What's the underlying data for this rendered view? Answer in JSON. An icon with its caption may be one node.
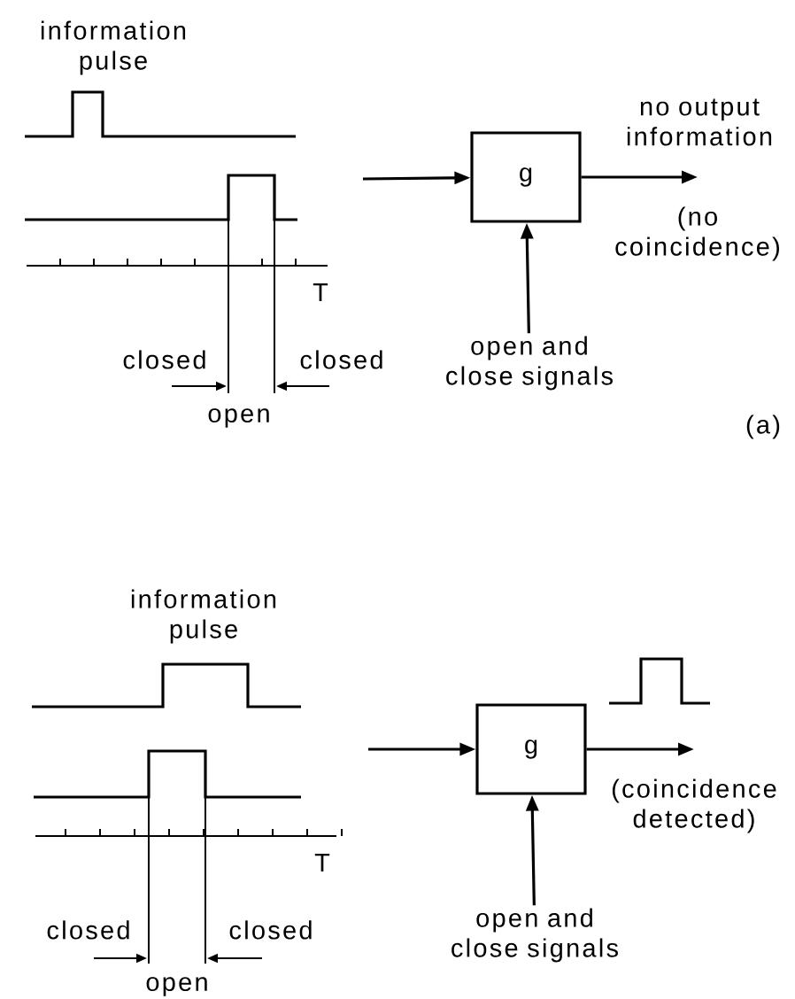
{
  "diagram": {
    "nodes": [
      {
        "text": [
          "g"
        ]
      },
      {
        "text": [
          "open and close signals"
        ]
      },
      {
        "text": [
          "g"
        ]
      },
      {
        "text": [
          "open and close signals"
        ]
      },
      {
        "text": [
          "(no coincidence)"
        ]
      },
      {
        "text": [
          "(coincidence detected)"
        ]
      }
    ],
    "edges": [
      {
        "from": null,
        "to": 0,
        "arrow": "to"
      },
      {
        "from": 0,
        "to": 4,
        "arrow": "to"
      },
      {
        "from": 1,
        "to": 0,
        "arrow": "to"
      },
      {
        "from": null,
        "to": 2,
        "arrow": "to"
      },
      {
        "from": 2,
        "to": 5,
        "arrow": "to"
      },
      {
        "from": 3,
        "to": 2,
        "arrow": "to"
      }
    ],
    "labels": [
      "information pulse",
      "no output information",
      "T",
      "closed",
      "closed",
      "open",
      "(a)",
      "information pulse",
      "T",
      "closed",
      "closed",
      "open"
    ]
  }
}
